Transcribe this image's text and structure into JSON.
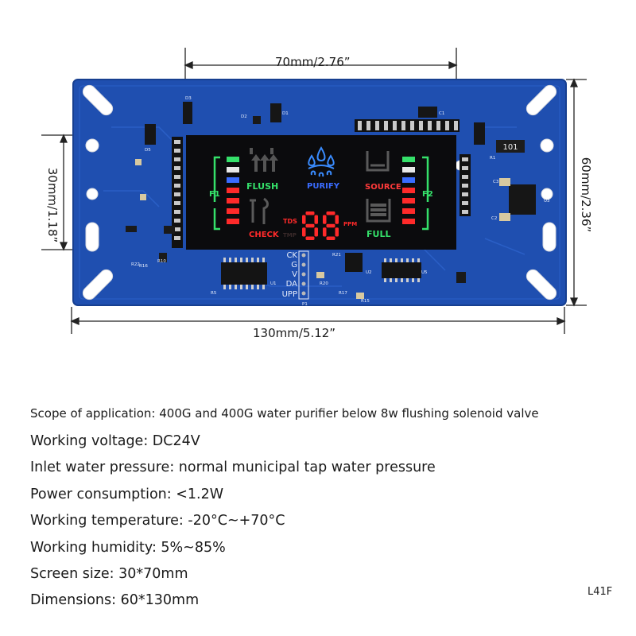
{
  "dimensions": {
    "display_width": "70mm/2.76”",
    "board_length": "130mm/5.12”",
    "display_height": "30mm/1.18”",
    "board_height": "60mm/2.36”"
  },
  "display": {
    "labels": {
      "flush": "FLUSH",
      "purify": "PURIFY",
      "source": "SOURCE",
      "check": "CHECK",
      "full": "FULL",
      "f1": "F1",
      "f2": "F2",
      "tds": "TDS",
      "ppm": "PPM",
      "tmp": "TMP"
    },
    "readout": "88",
    "colors": {
      "green": "#35e06a",
      "blue": "#3a6cff",
      "red": "#ff2a2a",
      "white": "#e8e8e8",
      "lcd_bg": "#0b0b0d"
    }
  },
  "board": {
    "pcb_color": "#1f4fb0",
    "resistor_code": "101",
    "pin_labels": [
      "CK",
      "G",
      "V",
      "DA",
      "UPP"
    ],
    "silkscreen": {
      "u1": "U1",
      "u2": "U2",
      "u3": "U3",
      "u5": "U5",
      "d1": "D1",
      "d2": "D2",
      "d5": "D5",
      "c1": "C1",
      "c2": "C2",
      "c3": "C3",
      "r1": "R1",
      "r5": "R5",
      "r10": "R10",
      "r15": "R15",
      "r16": "R16",
      "r17": "R17",
      "r20": "R20",
      "r21": "R21",
      "r22": "R22",
      "p1": "P1"
    }
  },
  "specs": [
    "Scope of application: 400G and 400G water purifier below 8w flushing solenoid valve",
    "Working voltage: DC24V",
    "Inlet water pressure: normal municipal tap water pressure",
    "Power consumption: <1.2W",
    "Working temperature: -20°C~+70°C",
    "Working humidity: 5%~85%",
    "Screen size: 30*70mm",
    "Dimensions: 60*130mm"
  ],
  "product_code": "L41F"
}
